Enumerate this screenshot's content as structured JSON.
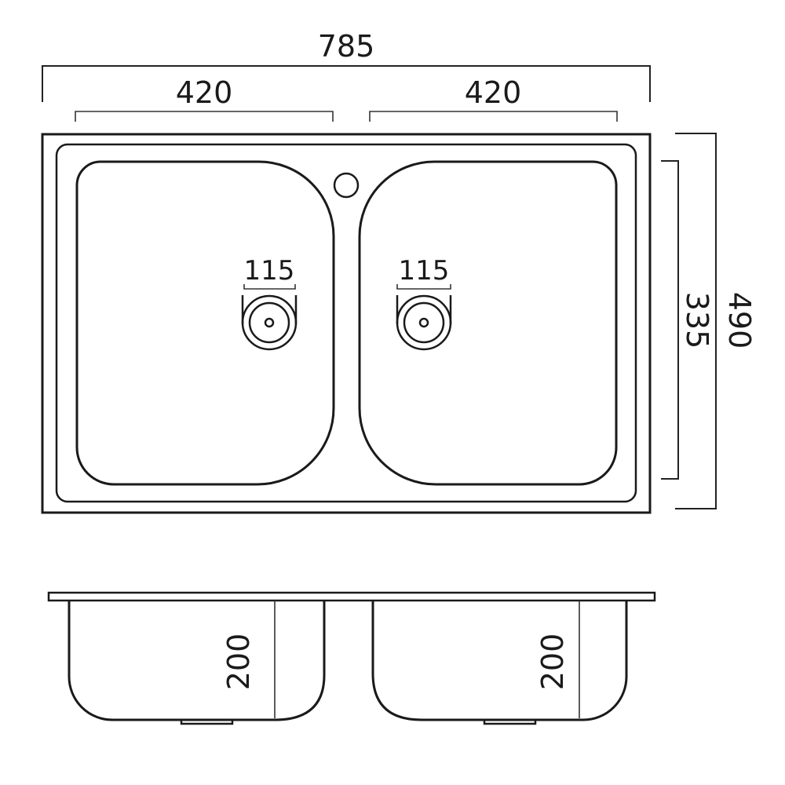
{
  "dimensions": {
    "overall_width": "785",
    "bowl_width_left": "420",
    "bowl_width_right": "420",
    "overall_depth": "490",
    "bowl_depth": "335",
    "drain_left": "115",
    "drain_right": "115",
    "bowl_height_left": "200",
    "bowl_height_right": "200"
  },
  "colors": {
    "line": "#1a1a1a",
    "background": "#ffffff"
  }
}
